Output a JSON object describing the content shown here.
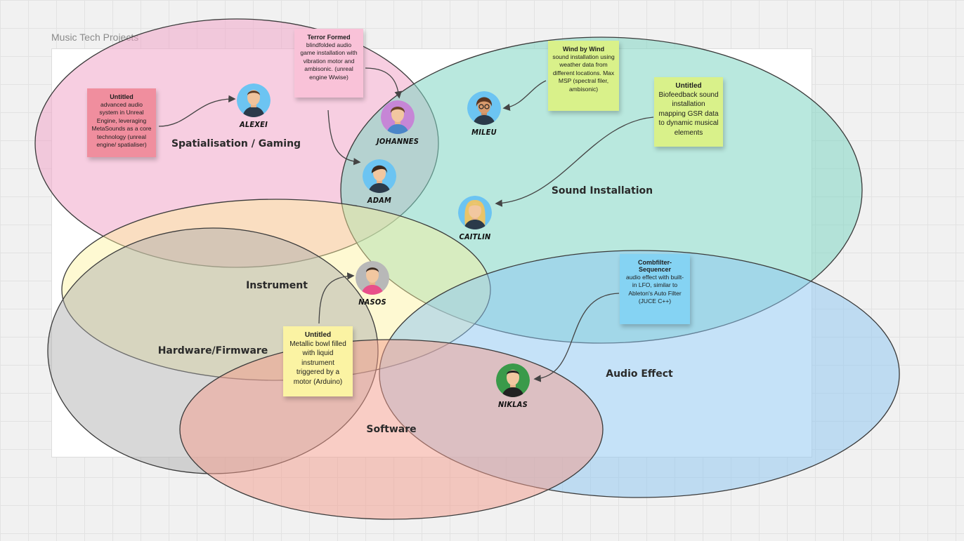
{
  "board": {
    "frame_title": "Music Tech Projects"
  },
  "groups": [
    {
      "id": "spatialisation",
      "label": "Spatialisation / Gaming",
      "color": "#f0a6c9"
    },
    {
      "id": "sound-installation",
      "label": "Sound Installation",
      "color": "#7fd6c3"
    },
    {
      "id": "instrument",
      "label": "Instrument",
      "color": "#fdf29b"
    },
    {
      "id": "hardware",
      "label": "Hardware/Firmware",
      "color": "#a9a9a9"
    },
    {
      "id": "audio-effect",
      "label": "Audio Effect",
      "color": "#8cc6f2"
    },
    {
      "id": "software",
      "label": "Software",
      "color": "#f39b8c"
    }
  ],
  "people": [
    {
      "id": "alexei",
      "name": "ALEXEI",
      "bg": "#6cc4f2"
    },
    {
      "id": "johannes",
      "name": "JOHANNES",
      "bg": "#c686d6"
    },
    {
      "id": "adam",
      "name": "ADAM",
      "bg": "#6cc4f2"
    },
    {
      "id": "mileu",
      "name": "MILEU",
      "bg": "#6cc4f2"
    },
    {
      "id": "caitlin",
      "name": "CAITLIN",
      "bg": "#6cc4f2"
    },
    {
      "id": "nasos",
      "name": "NASOS",
      "bg": "#b8b8b8"
    },
    {
      "id": "niklas",
      "name": "NIKLAS",
      "bg": "#3a9a4a"
    }
  ],
  "stickies": [
    {
      "id": "untitled-unreal",
      "title": "Untitled",
      "body": "advanced audio system in Unreal Engine, leveraging MetaSounds as a core technology (unreal engine/ spatialiser)",
      "color": "#f08e9e"
    },
    {
      "id": "terror-formed",
      "title": "Terror Formed",
      "body": "blindfolded audio game installation with vibration motor and ambisonic. (unreal engine Wwise)",
      "color": "#f9c2d8"
    },
    {
      "id": "wind-by-wind",
      "title": "Wind by Wind",
      "body": "sound installation using weather data from different locations. Max MSP (spectral filer, ambisonic)",
      "color": "#d9f18a"
    },
    {
      "id": "untitled-biofeedback",
      "title": "Untitled",
      "body": "Biofeedback sound installation mapping GSR data to dynamic musical elements",
      "color": "#d9f18a"
    },
    {
      "id": "combfilter",
      "title": "Combfilter-Sequencer",
      "body": "audio effect with built-in LFO, similar to Ableton's Auto Filter (JUCE C++)",
      "color": "#85d3f3"
    },
    {
      "id": "untitled-bowl",
      "title": "Untitled",
      "body": "Metallic bowl filled with liquid instrument triggered by a motor (Arduino)",
      "color": "#fbf3a3"
    }
  ]
}
